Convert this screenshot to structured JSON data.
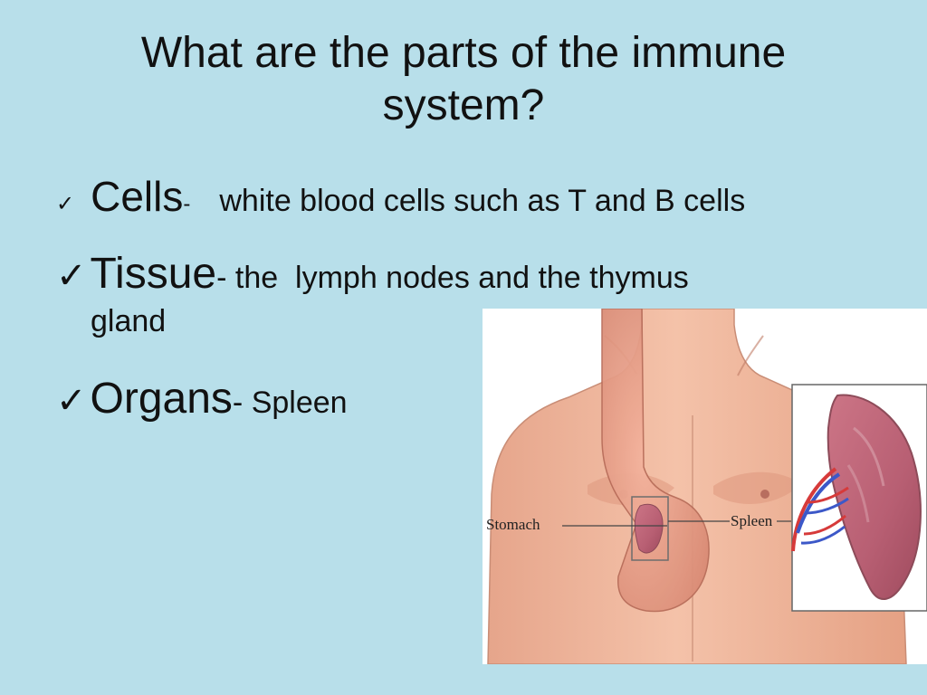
{
  "slide": {
    "title": "What are the parts of the immune system?",
    "bullets": [
      {
        "icon": "checkmark-icon",
        "term": "Cells",
        "separator": "-",
        "description": "white blood cells such as T and B cells"
      },
      {
        "icon": "checkmark-icon",
        "term": "Tissue",
        "separator": "-",
        "description": " the  lymph nodes and the thymus",
        "continuation": "gland"
      },
      {
        "icon": "checkmark-icon",
        "term": "Organs",
        "separator": "-",
        "description": " Spleen"
      }
    ]
  },
  "figure": {
    "labels": {
      "stomach": "Stomach",
      "spleen": "Spleen"
    },
    "colors": {
      "background": "#b8dfea",
      "skin": "#efb99f",
      "spleen": "#b85f73",
      "artery": "#d63a3a",
      "vein": "#3c58c8"
    }
  }
}
